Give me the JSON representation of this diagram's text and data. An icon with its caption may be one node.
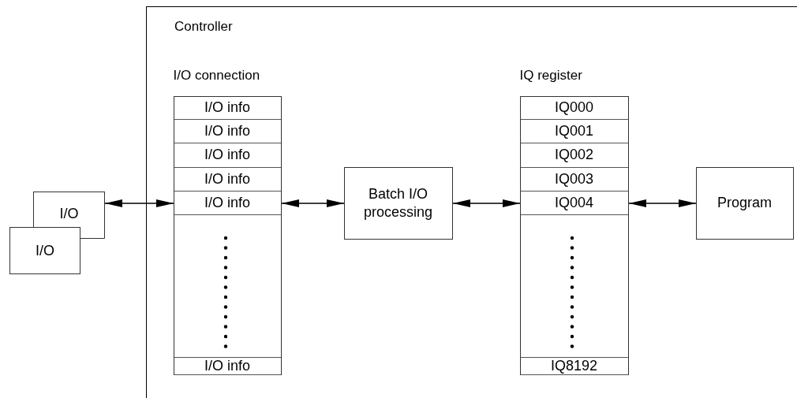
{
  "diagram": {
    "nodes": [
      {
        "text": [
          "Controller"
        ]
      },
      {
        "text": [
          "I/O"
        ]
      },
      {
        "text": [
          "I/O"
        ]
      },
      {
        "text": [
          "I/O connection"
        ],
        "in": 0
      },
      {
        "text": [
          "I/O info"
        ],
        "in": 3
      },
      {
        "text": [
          "I/O info"
        ],
        "in": 3
      },
      {
        "text": [
          "I/O info"
        ],
        "in": 3
      },
      {
        "text": [
          "I/O info"
        ],
        "in": 3
      },
      {
        "text": [
          "I/O info"
        ],
        "in": 3
      },
      {
        "text": [
          "I/O info"
        ],
        "in": 3
      },
      {
        "text": [
          "Batch I/O processing"
        ],
        "in": 0
      },
      {
        "text": [
          "IQ register"
        ],
        "in": 0
      },
      {
        "text": [
          "IQ000"
        ],
        "in": 11
      },
      {
        "text": [
          "IQ001"
        ],
        "in": 11
      },
      {
        "text": [
          "IQ002"
        ],
        "in": 11
      },
      {
        "text": [
          "IQ003"
        ],
        "in": 11
      },
      {
        "text": [
          "IQ004"
        ],
        "in": 11
      },
      {
        "text": [
          "IQ8192"
        ],
        "in": 11
      },
      {
        "text": [
          "Program"
        ],
        "in": 0
      }
    ],
    "edges": [
      {
        "from": 1,
        "to": 8,
        "arrow": "both"
      },
      {
        "from": 8,
        "to": 10,
        "arrow": "both"
      },
      {
        "from": 10,
        "to": 16,
        "arrow": "both"
      },
      {
        "from": 16,
        "to": 18,
        "arrow": "both"
      }
    ]
  }
}
